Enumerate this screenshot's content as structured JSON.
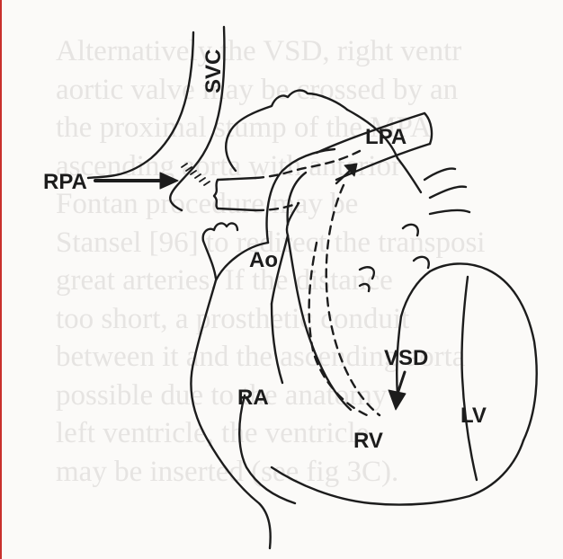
{
  "background_text_lines": [
    "Alternatively the VSD, right ventr",
    "aortic valve may be crossed by an",
    "the proximal stump of the MPA",
    "ascending aorta with anterior",
    "Fontan procedure may be",
    "Stansel [96] to redirect the transposi",
    "great arteries. If the distance",
    "too short, a prosthetic conduit",
    "between it and the ascending aorta",
    "possible due to the anatomy",
    "left ventricle, the ventricle",
    "may be inserted (see fig 3C)."
  ],
  "labels": {
    "svc": "SVC",
    "rpa": "RPA",
    "lpa": "LPA",
    "ao": "Ao",
    "ra": "RA",
    "rv": "RV",
    "lv": "LV",
    "vsd": "VSD"
  },
  "colors": {
    "ink": "#1c1c1c",
    "paper": "#fbfaf8",
    "ghost_text": "#e6e4e2",
    "left_rule": "#c9302c"
  }
}
